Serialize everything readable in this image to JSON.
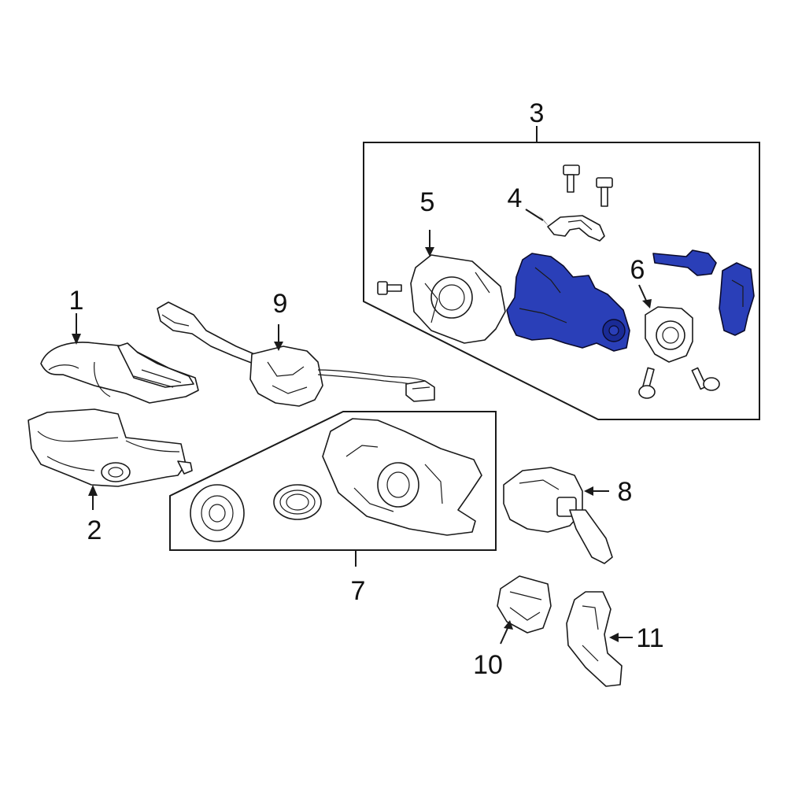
{
  "colors": {
    "highlight": "#2a3fb8",
    "highlight_dark": "#0f1d7a",
    "line": "#1a1a1a",
    "background": "#ffffff"
  },
  "callouts": [
    {
      "id": "1",
      "label": "1"
    },
    {
      "id": "2",
      "label": "2"
    },
    {
      "id": "3",
      "label": "3"
    },
    {
      "id": "4",
      "label": "4"
    },
    {
      "id": "5",
      "label": "5"
    },
    {
      "id": "6",
      "label": "6"
    },
    {
      "id": "7",
      "label": "7"
    },
    {
      "id": "8",
      "label": "8"
    },
    {
      "id": "9",
      "label": "9"
    },
    {
      "id": "10",
      "label": "10"
    },
    {
      "id": "11",
      "label": "11"
    }
  ]
}
